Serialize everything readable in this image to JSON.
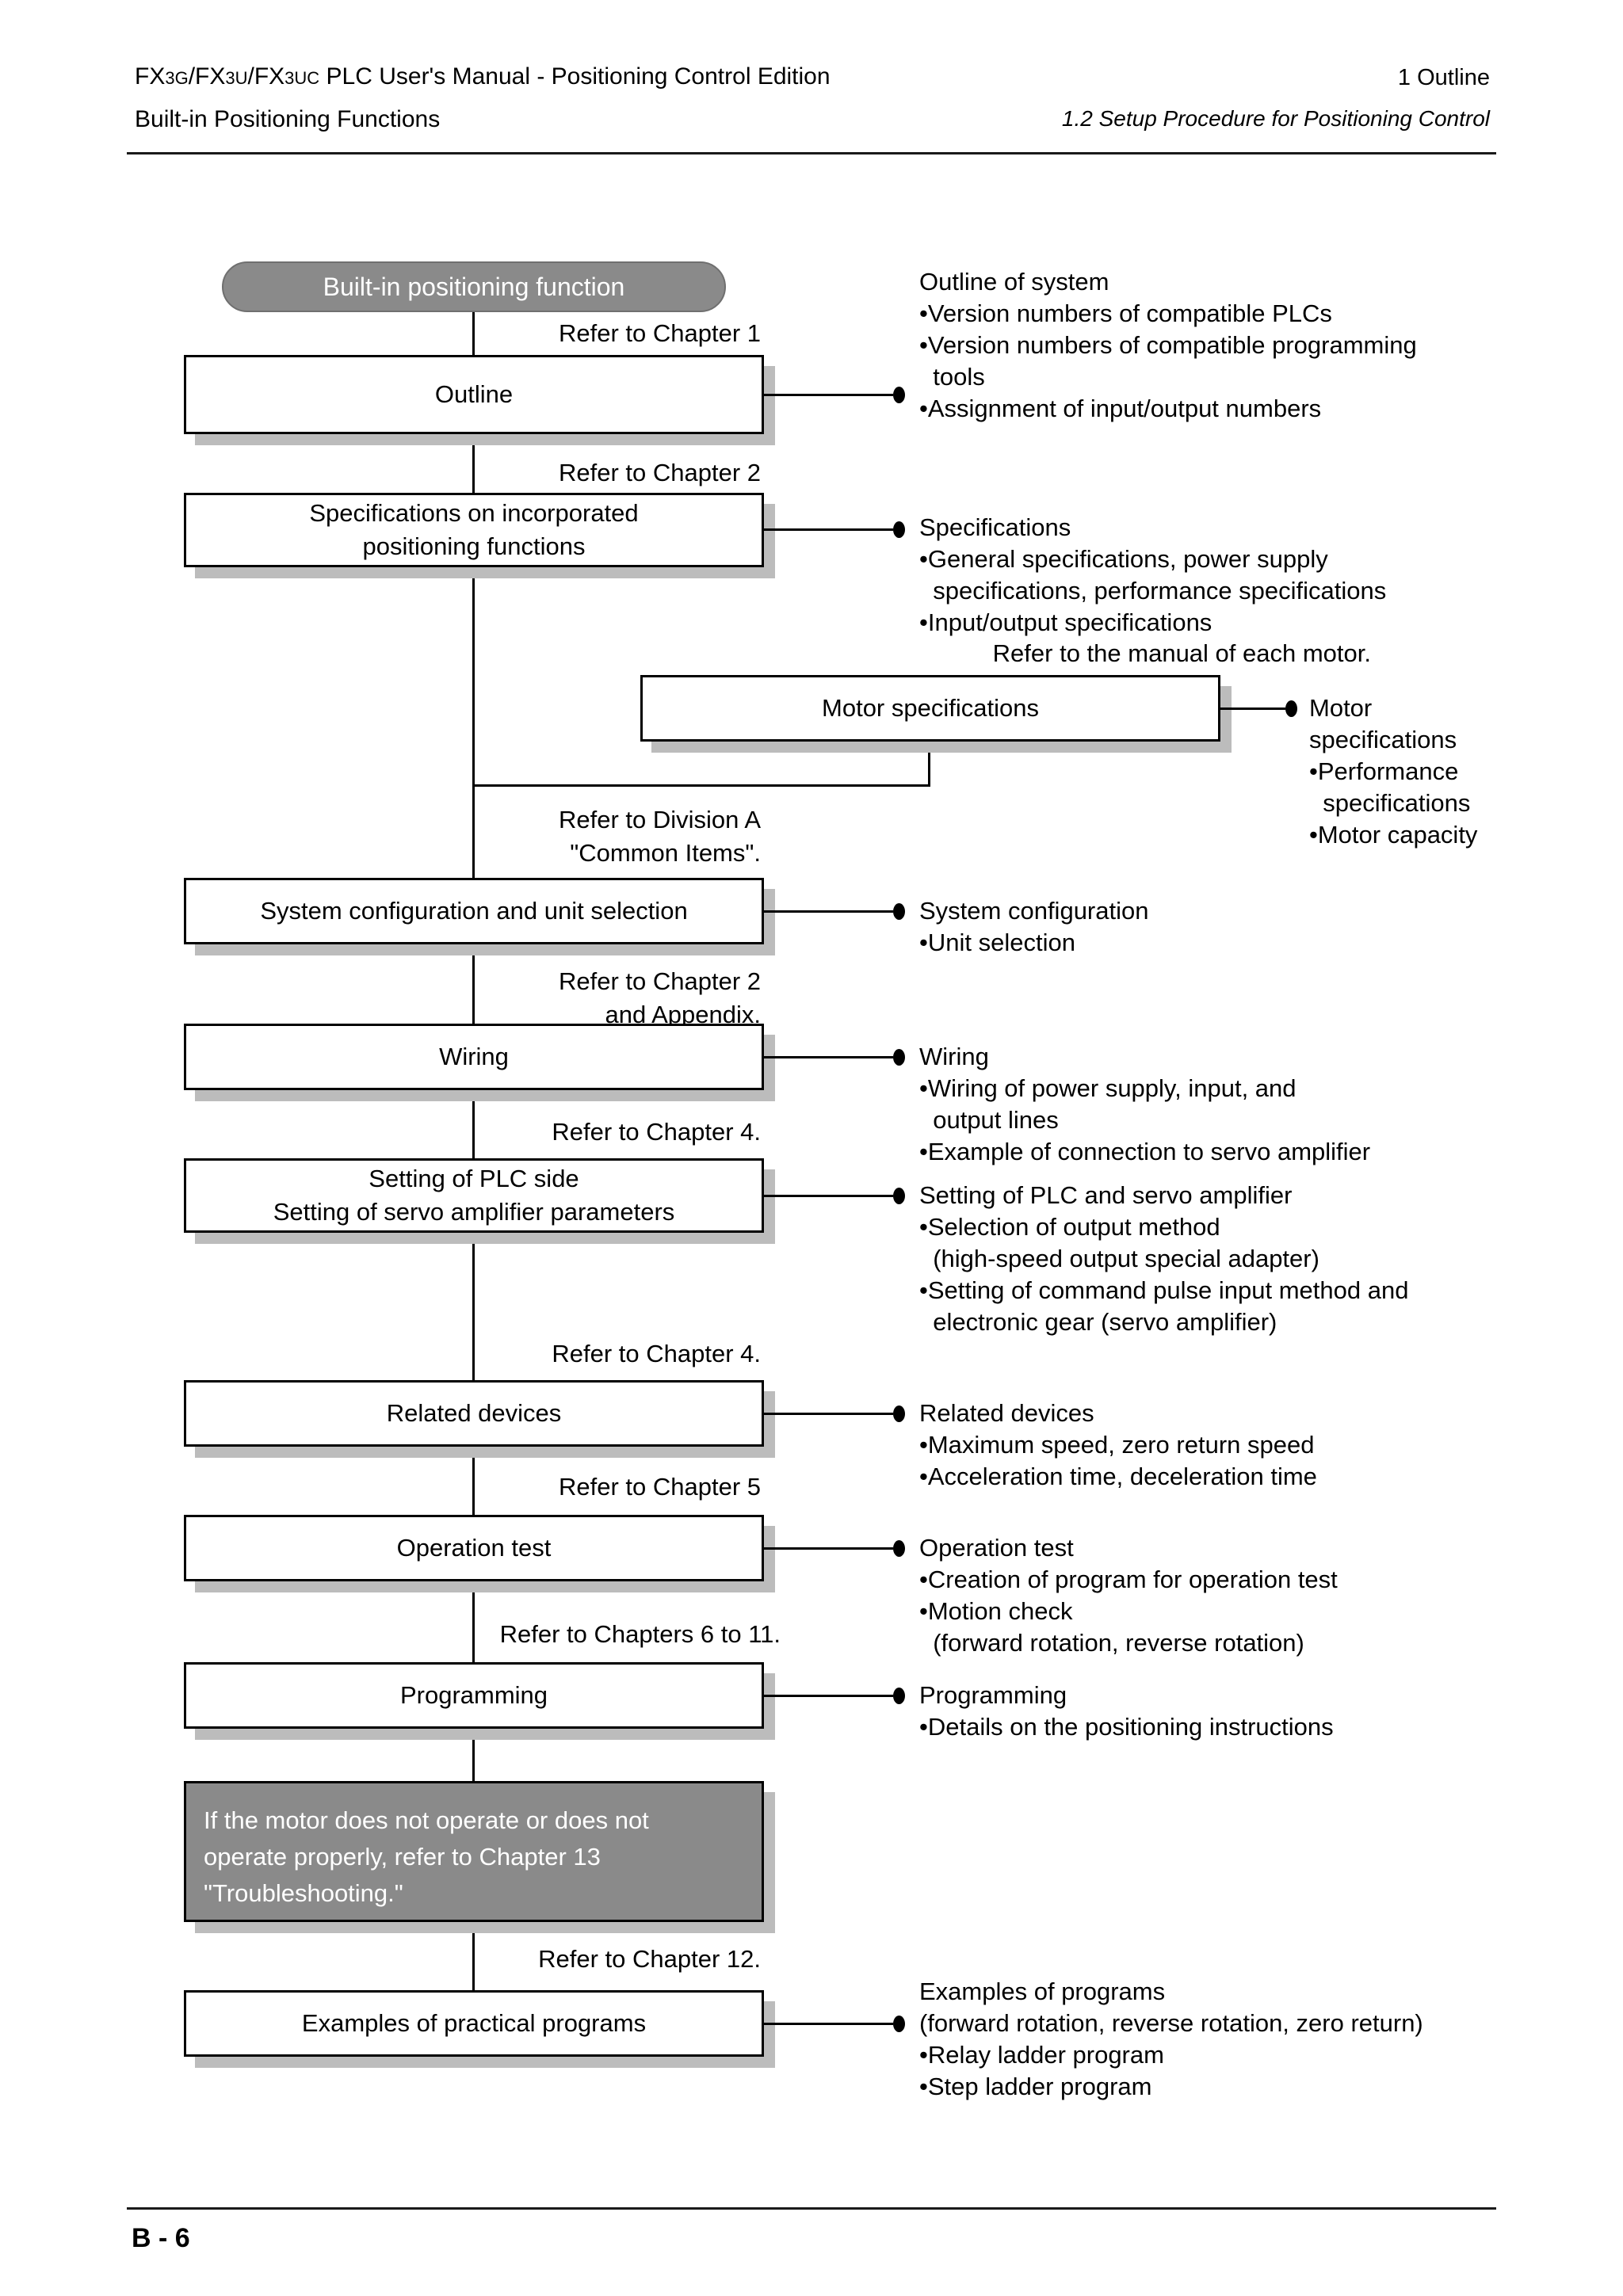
{
  "header": {
    "manual_title_segments": [
      {
        "t": "FX",
        "small": false
      },
      {
        "t": "3G",
        "small": true
      },
      {
        "t": "/FX",
        "small": false
      },
      {
        "t": "3U",
        "small": true
      },
      {
        "t": "/FX",
        "small": false
      },
      {
        "t": "3UC",
        "small": true
      },
      {
        "t": " PLC User's Manual - Positioning Control Edition",
        "small": false
      }
    ],
    "manual_subtitle": "Built-in Positioning Functions",
    "chapter": "1 Outline",
    "section": "1.2 Setup Procedure for Positioning Control"
  },
  "flow": {
    "root_label": "Built-in positioning function",
    "boxes": {
      "outline": [
        "Outline"
      ],
      "specifications": [
        "Specifications on incorporated",
        "positioning functions"
      ],
      "motor": [
        "Motor specifications"
      ],
      "system_configuration": [
        "System configuration and unit selection"
      ],
      "wiring": [
        "Wiring"
      ],
      "setting": [
        "Setting of PLC side",
        "Setting of servo amplifier parameters"
      ],
      "related_devices": [
        "Related devices"
      ],
      "operation_test": [
        "Operation test"
      ],
      "programming": [
        "Programming"
      ],
      "examples": [
        "Examples of practical programs"
      ]
    },
    "refer_labels": {
      "outline": [
        "Refer to Chapter 1"
      ],
      "specifications": [
        "Refer to Chapter 2"
      ],
      "motor": [
        "Refer to the manual of each motor."
      ],
      "system_configuration": [
        "Refer to Division A",
        "\"Common Items\"."
      ],
      "wiring": [
        "Refer to Chapter 2",
        "and Appendix."
      ],
      "setting": [
        "Refer to Chapter 4."
      ],
      "related_devices": [
        "Refer to Chapter 4."
      ],
      "operation_test": [
        "Refer to Chapter 5"
      ],
      "programming": [
        "Refer to Chapters 6 to 11."
      ],
      "examples": [
        "Refer to Chapter 12."
      ]
    },
    "note_box": [
      "If the motor does not operate or does not",
      "operate properly, refer to Chapter 13",
      "\"Troubleshooting.\""
    ],
    "annotations": {
      "outline": [
        "Outline of system",
        "•Version numbers of compatible PLCs",
        "•Version numbers of compatible programming",
        "  tools",
        "•Assignment of input/output numbers"
      ],
      "specifications": [
        "Specifications",
        "•General specifications, power supply",
        "  specifications, performance specifications",
        "•Input/output specifications"
      ],
      "motor": [
        "Motor",
        "specifications",
        "•Performance",
        "  specifications",
        "•Motor capacity"
      ],
      "system_configuration": [
        "System configuration",
        "•Unit selection"
      ],
      "wiring": [
        "Wiring",
        "•Wiring of power supply, input, and",
        "  output lines",
        "•Example of connection to servo amplifier"
      ],
      "setting": [
        "Setting of PLC and servo amplifier",
        "•Selection of output method",
        "  (high-speed output special adapter)",
        "•Setting of command pulse input method and",
        "  electronic gear (servo amplifier)"
      ],
      "related_devices": [
        "Related devices",
        "•Maximum speed, zero return speed",
        "•Acceleration time, deceleration time"
      ],
      "operation_test": [
        "Operation test",
        "•Creation of program for operation test",
        "•Motion check",
        "  (forward rotation, reverse rotation)"
      ],
      "programming": [
        "Programming",
        "•Details on the positioning instructions"
      ],
      "examples": [
        "Examples of programs",
        "(forward rotation, reverse rotation, zero return)",
        "•Relay ladder program",
        "•Step ladder program"
      ]
    }
  },
  "footer": {
    "page_number": "B - 6"
  },
  "colors": {
    "box_gray": "#8a8a8a",
    "shadow_gray": "#bcbcbc",
    "line_black": "#000000",
    "text_white": "#ffffff"
  }
}
